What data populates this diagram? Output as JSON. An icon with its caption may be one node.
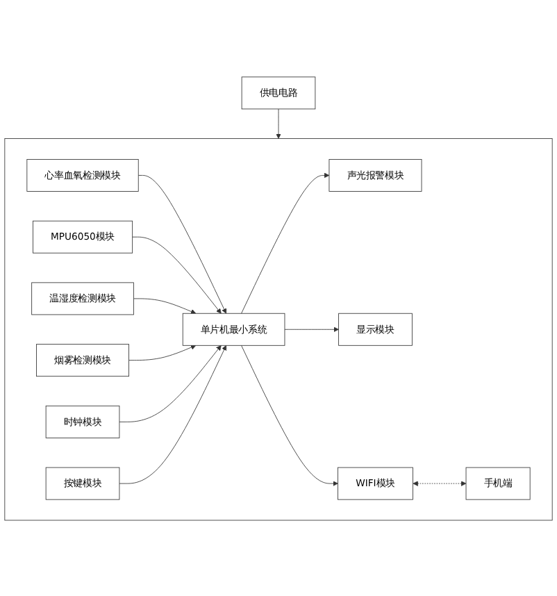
{
  "diagram": {
    "nodes": [
      {
        "text": [
          "供电电路"
        ]
      },
      {
        "text": [],
        "shape": "box"
      },
      {
        "text": [
          "单片机最小系统"
        ],
        "in": 1
      },
      {
        "text": [
          "心率血氧检测模块"
        ],
        "in": 1
      },
      {
        "text": [
          "MPU6050模块"
        ],
        "in": 1
      },
      {
        "text": [
          "温湿度检测模块"
        ],
        "in": 1
      },
      {
        "text": [
          "烟雾检测模块"
        ],
        "in": 1
      },
      {
        "text": [
          "时钟模块"
        ],
        "in": 1
      },
      {
        "text": [
          "按键模块"
        ],
        "in": 1
      },
      {
        "text": [
          "声光报警模块"
        ],
        "in": 1
      },
      {
        "text": [
          "显示模块"
        ],
        "in": 1
      },
      {
        "text": [
          "WIFI模块"
        ],
        "in": 1
      },
      {
        "text": [
          "手机端"
        ],
        "in": 1
      }
    ],
    "edges": [
      {
        "from": 0,
        "to": 1,
        "arrow": "to"
      },
      {
        "from": 3,
        "to": 2,
        "arrow": "to"
      },
      {
        "from": 4,
        "to": 2,
        "arrow": "to"
      },
      {
        "from": 5,
        "to": 2,
        "arrow": "to"
      },
      {
        "from": 6,
        "to": 2,
        "arrow": "to"
      },
      {
        "from": 7,
        "to": 2,
        "arrow": "to"
      },
      {
        "from": 8,
        "to": 2,
        "arrow": "to"
      },
      {
        "from": 2,
        "to": 9,
        "arrow": "to"
      },
      {
        "from": 2,
        "to": 10,
        "arrow": "to"
      },
      {
        "from": 2,
        "to": 11,
        "arrow": "to"
      },
      {
        "from": 11,
        "to": 12,
        "arrow": "both",
        "style": "dashed"
      }
    ]
  }
}
